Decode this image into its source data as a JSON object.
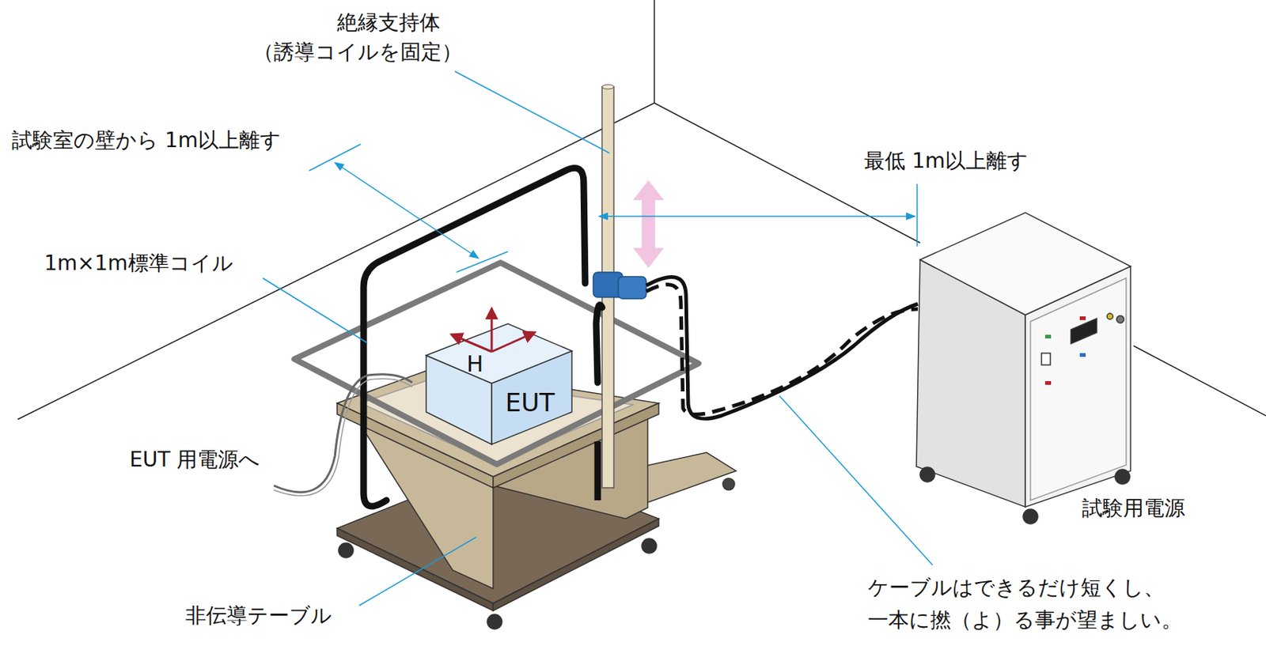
{
  "diagram": {
    "nodes": [
      {
        "text": [
          "EUT"
        ]
      }
    ],
    "labels": [
      "絶縁支持体",
      "（誘導コイルを固定）",
      "試験室の壁から 1m以上離す",
      "最低 1m以上離す",
      "1m×1m標準コイル",
      "H",
      "EUT 用電源へ",
      "非伝導テーブル",
      "試験用電源",
      "ケーブルはできるだけ短くし、",
      "一本に撚（よ）る事が望ましい。"
    ]
  }
}
